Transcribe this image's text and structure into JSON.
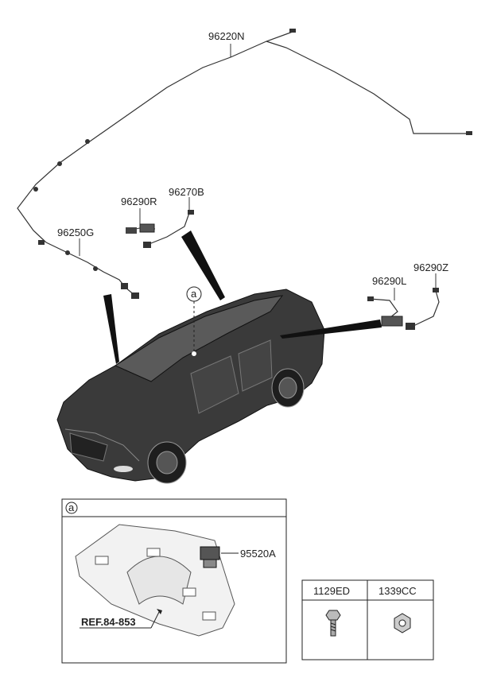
{
  "parts": {
    "p96220N": "96220N",
    "p96290R": "96290R",
    "p96270B": "96270B",
    "p96250G": "96250G",
    "p96290L": "96290L",
    "p96290Z": "96290Z",
    "p95520A": "95520A"
  },
  "callout": {
    "marker": "a",
    "detail_marker": "a"
  },
  "reference": "REF.84-853",
  "fastener_table": {
    "headers": [
      "1129ED",
      "1339CC"
    ]
  }
}
